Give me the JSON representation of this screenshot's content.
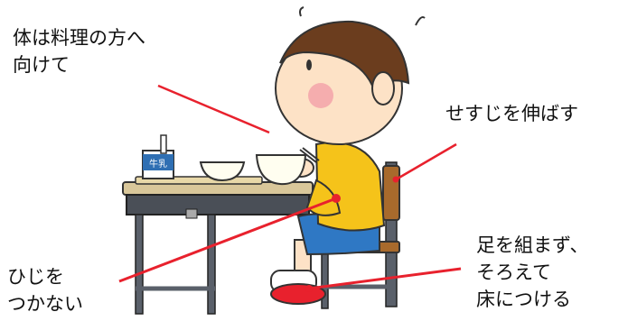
{
  "labels": {
    "posture_body_line1": "体は料理の方へ",
    "posture_body_line2": "向けて",
    "posture_back": "せすじを伸ばす",
    "posture_elbow_line1": "ひじを",
    "posture_elbow_line2": "つかない",
    "posture_feet_line1": "足を組まず、",
    "posture_feet_line2": "そろえて",
    "posture_feet_line3": "床につける"
  },
  "carton_text": "牛乳",
  "colors": {
    "annotation_line": "#e8212d",
    "shirt": "#f5c31a",
    "shorts": "#2f78c4",
    "hair": "#6b3d1e",
    "skin": "#fde2c6",
    "desk_top": "#d9c79a",
    "desk_frame": "#4a4f57",
    "chair_wood": "#a86a2c",
    "shoe_red": "#e8212d"
  }
}
